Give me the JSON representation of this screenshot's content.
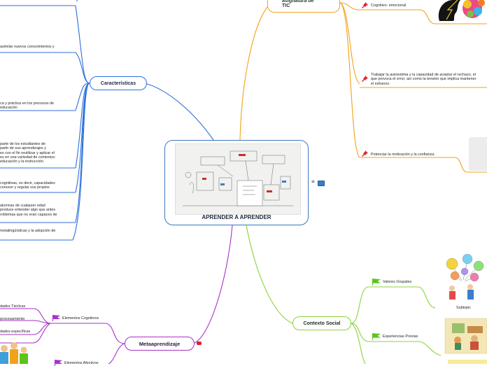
{
  "central": {
    "title": "APRENDER A APRENDER"
  },
  "central_tools": {
    "notes": "≡"
  },
  "branches": {
    "caracteristicas": {
      "label": "Características",
      "color": "#2d6fdc",
      "items": [
        "asimilar nuevos conocimientos y",
        "ca y práctica en los procesos de\neducación",
        "parte de los estudiantes de\npartir de sus aprendizajes y\nes con el fin reutilizar y aplicar el\nes en una variedad de contextos:\neducación y la instrucción.",
        "cognitivas, es decir, capacidades\nconocer y regular sus propios",
        "alumnas de cualquier edad\nproduce entender algo que antes\nroblemas que no eran capaces de",
        "metalingüísticas y la adopción de"
      ]
    },
    "tic": {
      "label": "asignatura de\nTIC",
      "color": "#f2a218",
      "items": [
        "Cognitivo- emocional",
        "Trabajar la autoestima y  la capacidad de aceptar el rechazo, el\nque provoca el error, así como la tensión que implica mantener\nel esfuerzo",
        "Potenciar la motivación y la confianza."
      ]
    },
    "metaaprendizaje": {
      "label": "Metaaprendizaje",
      "color": "#a832c9",
      "items": [
        "Elementos Cognitivos",
        "Elementos Afectivos"
      ],
      "sub_items": [
        "dades Tácticas",
        "procesamiento",
        "dades específicas"
      ]
    },
    "contexto": {
      "label": "Contexto Social",
      "color": "#8bd33a",
      "items": [
        "Valores Grupales",
        "Experiencias Previas"
      ],
      "subtopic_label": "Subtopic"
    }
  },
  "colors": {
    "pin_red": "#e8202a",
    "flag_green": "#5cc31b",
    "flag_purple": "#a832c9",
    "badge_red": "#d8232a",
    "attachment_blue": "#3a7ec8"
  },
  "icons": [
    "pin-icon",
    "flag-icon",
    "notes-icon",
    "attachment-icon"
  ]
}
